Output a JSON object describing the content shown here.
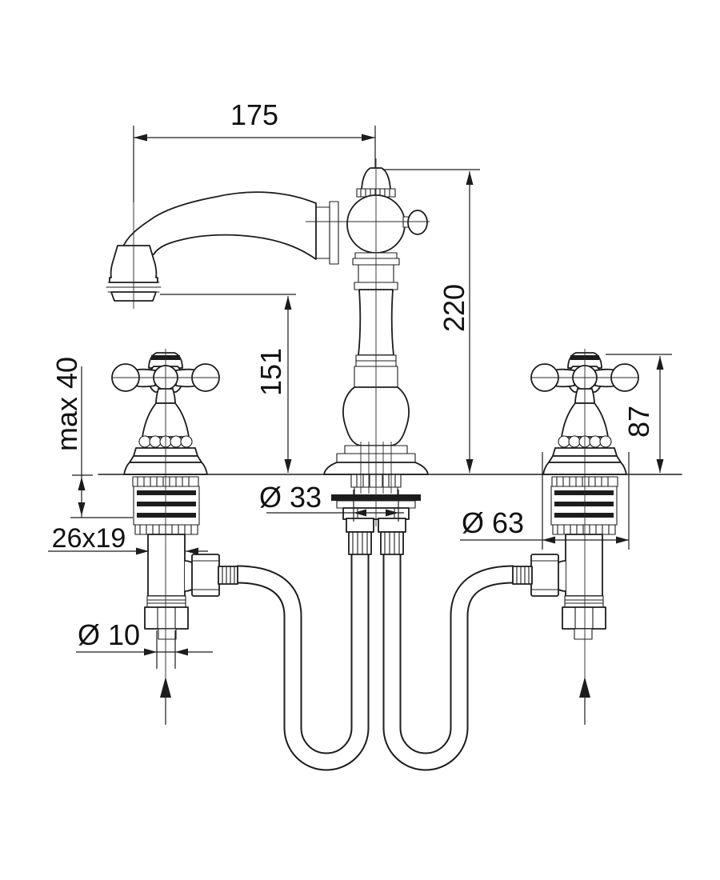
{
  "drawing": {
    "type": "technical-dimension-drawing",
    "subject": "three-hole basin faucet with cross handles, swan-neck spout and flexible supply hoses",
    "background_color": "#ffffff",
    "line_color": "#1c1c1c",
    "labels": {
      "spout_reach": "175",
      "overall_height": "220",
      "spout_outlet_height": "151",
      "max_deck_thickness": "max 40",
      "handle_height": "87",
      "spout_shank_diameter": "Ø 33",
      "handle_base_diameter": "Ø 63",
      "valve_body_size": "26x19",
      "inlet_pipe_diameter": "Ø 10"
    }
  }
}
